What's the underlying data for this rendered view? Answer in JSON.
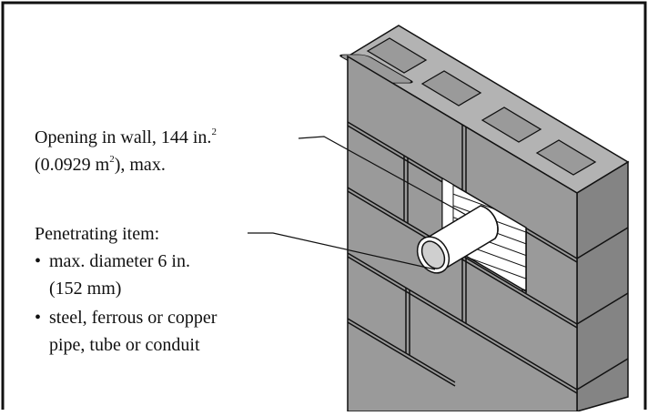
{
  "callout_opening": {
    "line1_prefix": "Opening in wall, 144 in.",
    "line1_sup": "2",
    "line2_prefix": "(0.0929 m",
    "line2_sup": "2",
    "line2_suffix": "), max."
  },
  "callout_penetrating": {
    "heading": "Penetrating item:",
    "bullet_1_line1": "max. diameter 6 in.",
    "bullet_1_line2": "(152 mm)",
    "bullet_2_line1": "steel, ferrous or copper",
    "bullet_2_line2": "pipe, tube or conduit",
    "bullet_symbol": "•"
  },
  "colors": {
    "block_face": "#9a9a9a",
    "block_top": "#b3b3b3",
    "block_side": "#848484",
    "pipe": "#ffffff",
    "outline": "#111111"
  }
}
